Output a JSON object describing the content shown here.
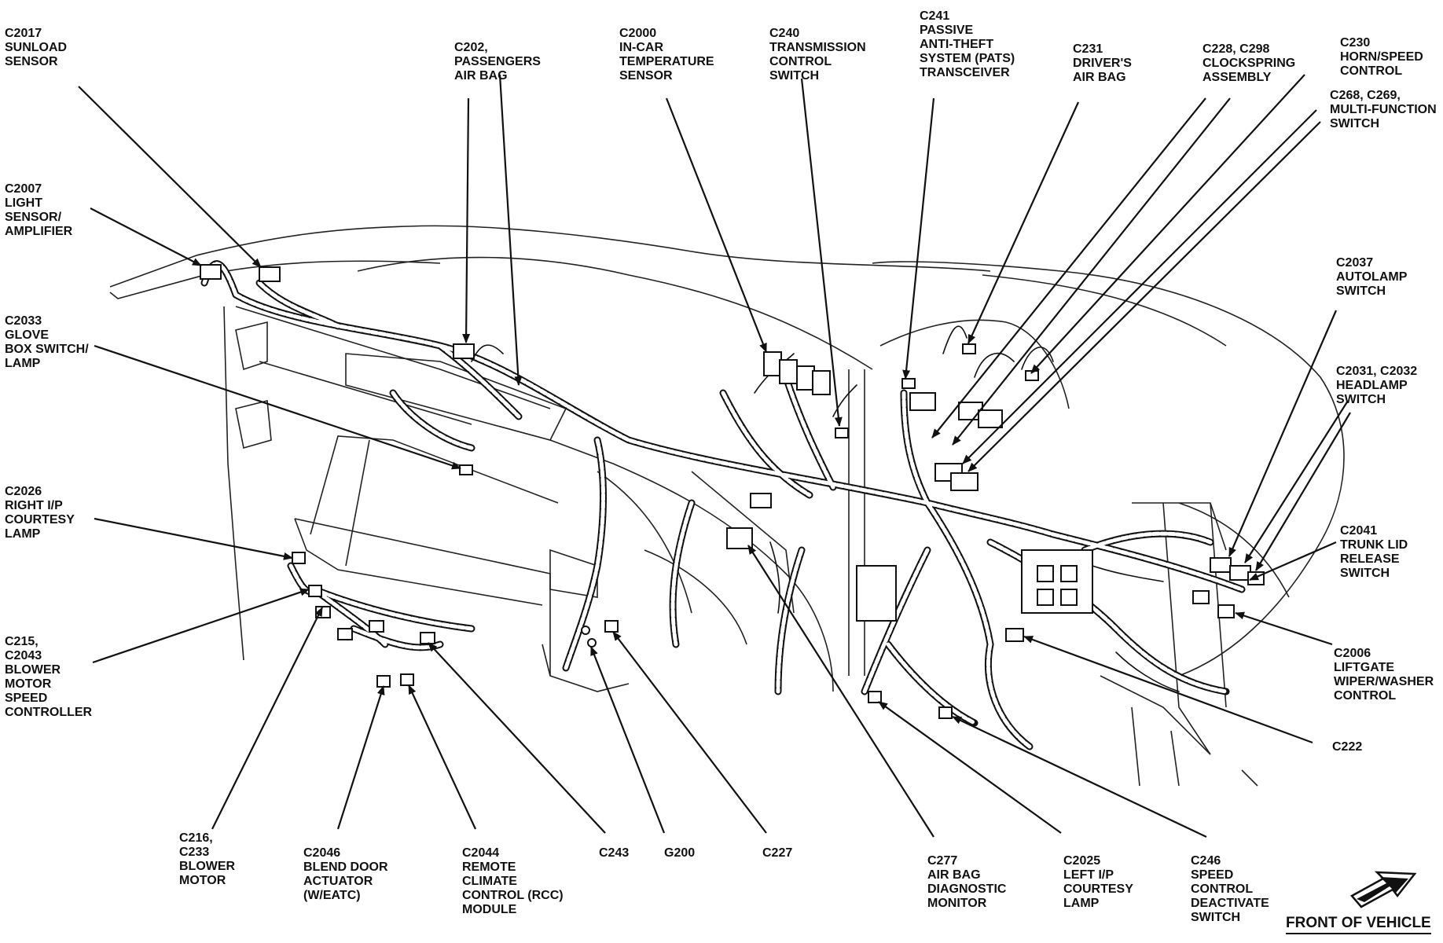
{
  "callouts": [
    {
      "id": "c2017",
      "text": "C2017\nSUNLOAD\nSENSOR"
    },
    {
      "id": "c2007",
      "text": "C2007\nLIGHT\nSENSOR/\nAMPLIFIER"
    },
    {
      "id": "c2033",
      "text": "C2033\nGLOVE\nBOX SWITCH/\nLAMP"
    },
    {
      "id": "c2026",
      "text": "C2026\nRIGHT I/P\nCOURTESY\nLAMP"
    },
    {
      "id": "c215",
      "text": "C215,\nC2043\nBLOWER\nMOTOR\nSPEED\nCONTROLLER"
    },
    {
      "id": "c202",
      "text": "C202,\nPASSENGERS\nAIR BAG"
    },
    {
      "id": "c2000",
      "text": "C2000\nIN-CAR\nTEMPERATURE\nSENSOR"
    },
    {
      "id": "c240",
      "text": "C240\nTRANSMISSION\nCONTROL\nSWITCH"
    },
    {
      "id": "c241",
      "text": "C241\nPASSIVE\nANTI-THEFT\nSYSTEM (PATS)\nTRANSCEIVER"
    },
    {
      "id": "c231",
      "text": "C231\nDRIVER'S\nAIR BAG"
    },
    {
      "id": "c228",
      "text": "C228, C298\nCLOCKSPRING\nASSEMBLY"
    },
    {
      "id": "c230",
      "text": "C230\nHORN/SPEED\nCONTROL"
    },
    {
      "id": "c268",
      "text": "C268, C269,\nMULTI-FUNCTION\nSWITCH"
    },
    {
      "id": "c2037",
      "text": "C2037\nAUTOLAMP\nSWITCH"
    },
    {
      "id": "c2031",
      "text": "C2031, C2032\nHEADLAMP\nSWITCH"
    },
    {
      "id": "c2041",
      "text": "C2041\nTRUNK LID\nRELEASE\nSWITCH"
    },
    {
      "id": "c2006",
      "text": "C2006\nLIFTGATE\nWIPER/WASHER\nCONTROL"
    },
    {
      "id": "c222",
      "text": "C222"
    },
    {
      "id": "c216",
      "text": "C216,\nC233\nBLOWER\nMOTOR"
    },
    {
      "id": "c2046",
      "text": "C2046\nBLEND DOOR\nACTUATOR\n(W/EATC)"
    },
    {
      "id": "c2044",
      "text": "C2044\nREMOTE\nCLIMATE\nCONTROL (RCC)\nMODULE"
    },
    {
      "id": "c243",
      "text": "C243"
    },
    {
      "id": "g200",
      "text": "G200"
    },
    {
      "id": "c227",
      "text": "C227"
    },
    {
      "id": "c277",
      "text": "C277\nAIR BAG\nDIAGNOSTIC\nMONITOR"
    },
    {
      "id": "c2025",
      "text": "C2025\nLEFT I/P\nCOURTESY\nLAMP"
    },
    {
      "id": "c246",
      "text": "C246\nSPEED\nCONTROL\nDEACTIVATE\nSWITCH"
    }
  ],
  "front_of_vehicle": "FRONT OF VEHICLE"
}
